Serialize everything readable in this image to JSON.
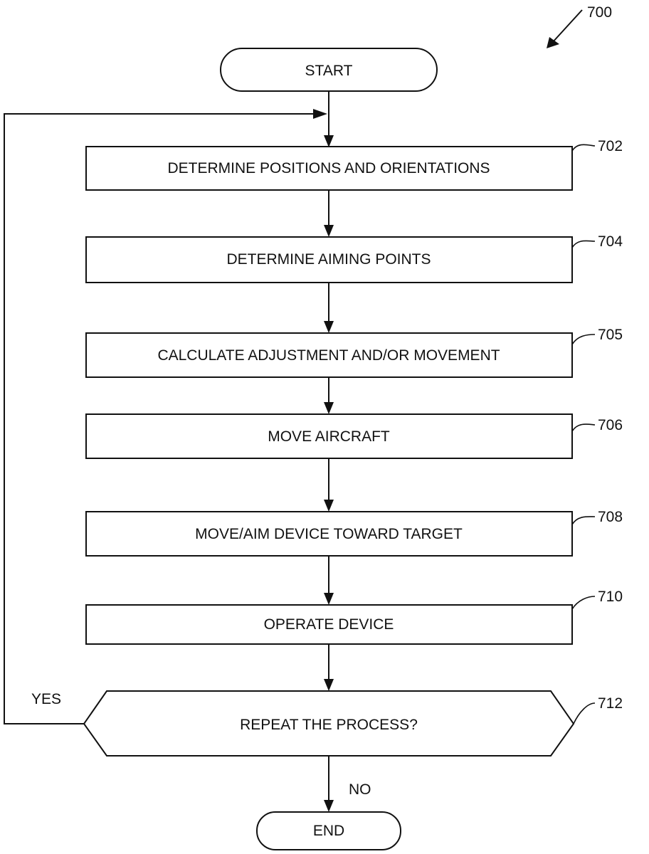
{
  "figure": {
    "ref": "700",
    "start_label": "START",
    "end_label": "END",
    "steps": [
      {
        "ref": "702",
        "label": "DETERMINE POSITIONS AND ORIENTATIONS"
      },
      {
        "ref": "704",
        "label": "DETERMINE AIMING POINTS"
      },
      {
        "ref": "705",
        "label": "CALCULATE ADJUSTMENT AND/OR MOVEMENT"
      },
      {
        "ref": "706",
        "label": "MOVE AIRCRAFT"
      },
      {
        "ref": "708",
        "label": "MOVE/AIM DEVICE TOWARD TARGET"
      },
      {
        "ref": "710",
        "label": "OPERATE DEVICE"
      }
    ],
    "decision": {
      "ref": "712",
      "label": "REPEAT THE PROCESS?",
      "yes_label": "YES",
      "no_label": "NO"
    }
  }
}
